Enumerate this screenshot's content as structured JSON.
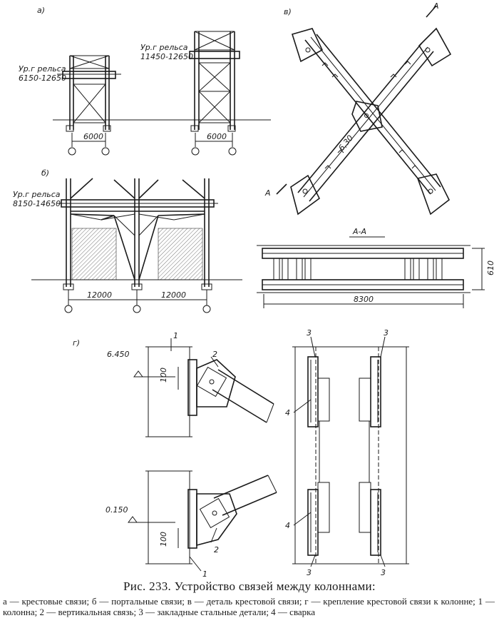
{
  "panels": {
    "a": {
      "letter": "a)",
      "rail_left": [
        "Ур.г рельса",
        "6150-12650"
      ],
      "rail_right": [
        "Ур.г рельса",
        "11450-12650"
      ],
      "span_left": "6000",
      "span_right": "6000"
    },
    "b": {
      "letter": "б)",
      "rail": [
        "Ур.г рельса",
        "8150-14650"
      ],
      "span_left": "12000",
      "span_right": "12000"
    },
    "v": {
      "letter": "в)",
      "section_mark": "A",
      "diag_label": "6,30",
      "section_title": "A-A",
      "width_dim": "8300",
      "height_dim": "610"
    },
    "g": {
      "letter": "г)",
      "top_level": "6.450",
      "bottom_level": "0.150",
      "dim_top": "100",
      "dim_bottom": "100",
      "callouts": {
        "one": "1",
        "two": "2",
        "three": "3",
        "four": "4"
      }
    }
  },
  "caption": {
    "title": "Рис. 233. Устройство связей между колоннами:",
    "legend": "а — крестовые связи; б — портальные связи; в — деталь крестовой связи; г — крепление крестовой связи к колонне; 1 — колонна; 2 — вертикальная связь; 3 — закладные стальные детали; 4 — сварка"
  }
}
